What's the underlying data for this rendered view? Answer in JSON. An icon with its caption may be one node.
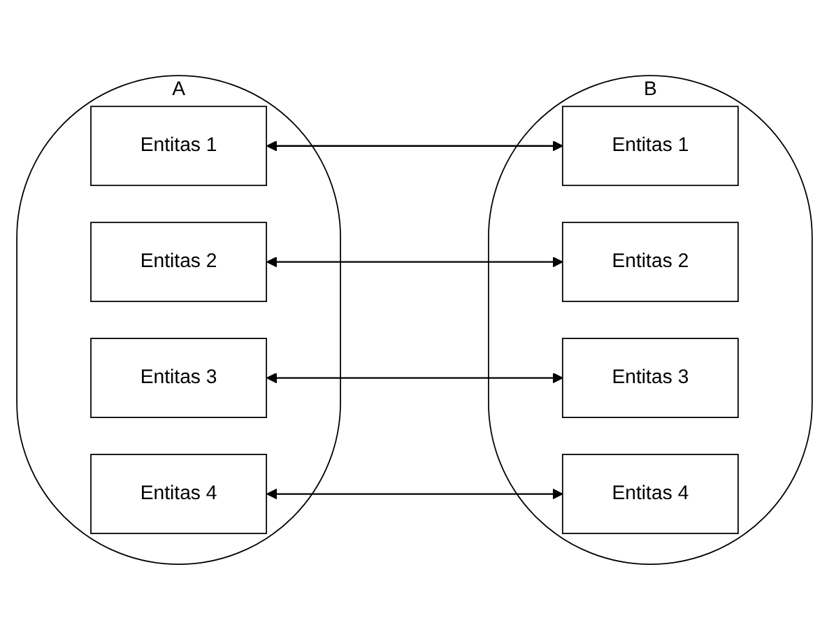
{
  "diagram": {
    "nodes": [
      {
        "text": [
          "A"
        ]
      },
      {
        "text": [
          "Entitas 1"
        ],
        "in": 0
      },
      {
        "text": [
          "Entitas 2"
        ],
        "in": 0
      },
      {
        "text": [
          "Entitas 3"
        ],
        "in": 0
      },
      {
        "text": [
          "Entitas 4"
        ],
        "in": 0
      },
      {
        "text": [
          "B"
        ]
      },
      {
        "text": [
          "Entitas 1"
        ],
        "in": 5
      },
      {
        "text": [
          "Entitas 2"
        ],
        "in": 5
      },
      {
        "text": [
          "Entitas 3"
        ],
        "in": 5
      },
      {
        "text": [
          "Entitas 4"
        ],
        "in": 5
      }
    ],
    "edges": [
      {
        "from": 1,
        "to": 6,
        "arrow": "both"
      },
      {
        "from": 2,
        "to": 7,
        "arrow": "both"
      },
      {
        "from": 3,
        "to": 8,
        "arrow": "both"
      },
      {
        "from": 4,
        "to": 9,
        "arrow": "both"
      }
    ]
  }
}
